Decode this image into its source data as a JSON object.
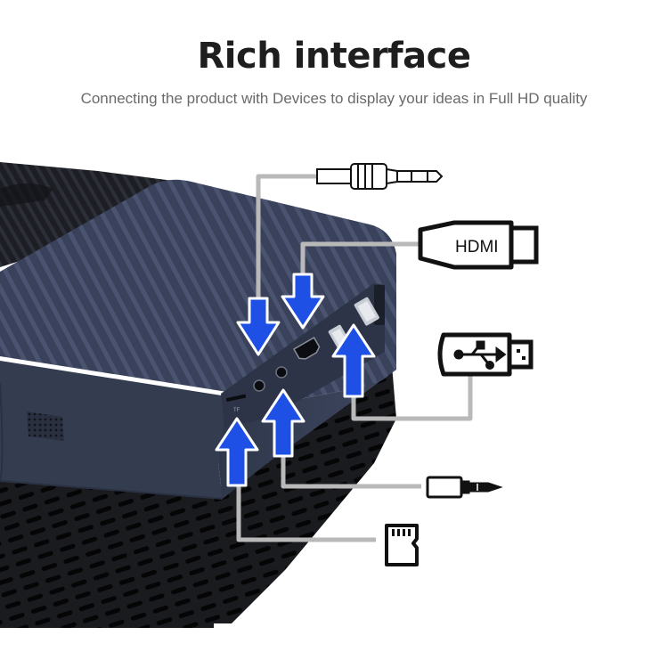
{
  "header": {
    "title": "Rich interface",
    "subtitle": "Connecting the product with Devices to display your ideas in Full HD quality"
  },
  "ports": {
    "hdmi_label": "HDMI",
    "tf_label": "TF"
  },
  "colors": {
    "background": "#ffffff",
    "title": "#1e1e1e",
    "subtitle": "#6a6a6a",
    "device_body": "#3a4358",
    "arrow_fill": "#1e50e6",
    "connector_line": "#b9b9b9",
    "icon_stroke": "#111111"
  },
  "icons": [
    "audio-jack-icon",
    "hdmi-cable-icon",
    "usb-drive-icon",
    "av-cable-icon",
    "tf-card-icon"
  ]
}
